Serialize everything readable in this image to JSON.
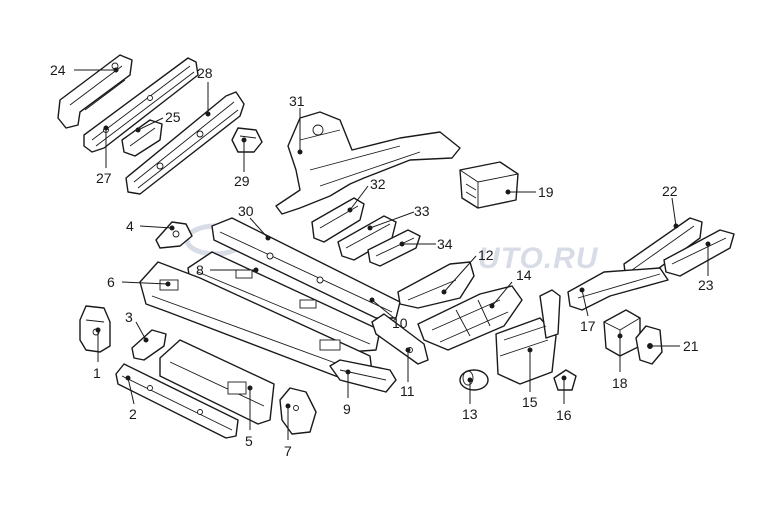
{
  "watermark": "UTO.RU",
  "parts": [
    {
      "n": "1"
    },
    {
      "n": "2"
    },
    {
      "n": "3"
    },
    {
      "n": "4"
    },
    {
      "n": "5"
    },
    {
      "n": "6"
    },
    {
      "n": "7"
    },
    {
      "n": "8"
    },
    {
      "n": "9"
    },
    {
      "n": "10"
    },
    {
      "n": "11"
    },
    {
      "n": "12"
    },
    {
      "n": "13"
    },
    {
      "n": "14"
    },
    {
      "n": "15"
    },
    {
      "n": "16"
    },
    {
      "n": "17"
    },
    {
      "n": "18"
    },
    {
      "n": "19"
    },
    {
      "n": "21"
    },
    {
      "n": "22"
    },
    {
      "n": "23"
    },
    {
      "n": "24"
    },
    {
      "n": "25"
    },
    {
      "n": "27"
    },
    {
      "n": "28"
    },
    {
      "n": "29"
    },
    {
      "n": "30"
    },
    {
      "n": "31"
    },
    {
      "n": "32"
    },
    {
      "n": "33"
    },
    {
      "n": "34"
    }
  ]
}
